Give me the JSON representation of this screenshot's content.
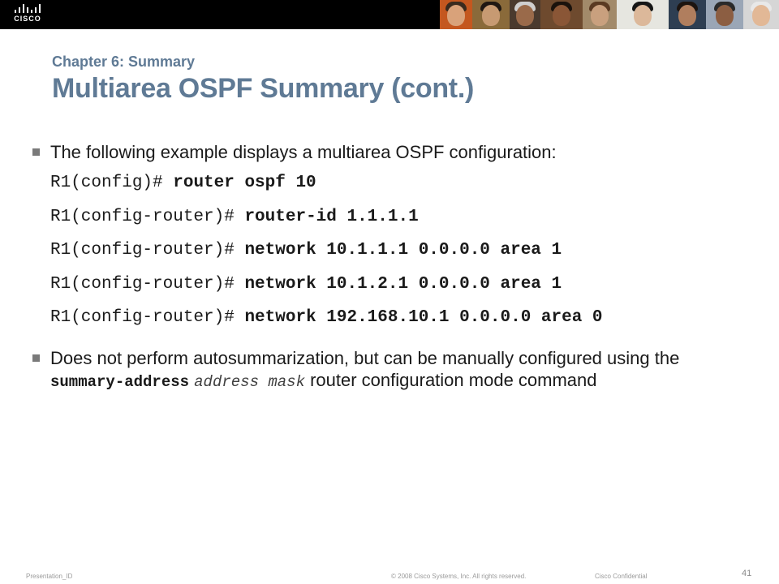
{
  "header": {
    "logo_text": "CISCO",
    "photos": [
      {
        "bg": "#c4571f",
        "skin": "#d9a27a",
        "hair": "#3a2a1e",
        "w": 40
      },
      {
        "bg": "#8a6a3a",
        "skin": "#c79a72",
        "hair": "#1f1712",
        "w": 46
      },
      {
        "bg": "#4a3a2e",
        "skin": "#9a6a4a",
        "hair": "#cfcfcf",
        "w": 38
      },
      {
        "bg": "#6e4a2e",
        "skin": "#8a5636",
        "hair": "#1a120c",
        "w": 52
      },
      {
        "bg": "#a28a6a",
        "skin": "#c9a07e",
        "hair": "#5a3a22",
        "w": 42
      },
      {
        "bg": "#e6e6e0",
        "skin": "#dcb89a",
        "hair": "#161616",
        "w": 64
      },
      {
        "bg": "#2e3e52",
        "skin": "#b07e5e",
        "hair": "#1c1410",
        "w": 46
      },
      {
        "bg": "#9aa6b6",
        "skin": "#8c5e42",
        "hair": "#2a2a2a",
        "w": 46
      },
      {
        "bg": "#d6d6d6",
        "skin": "#e2b896",
        "hair": "#e8e8e8",
        "w": 44
      }
    ]
  },
  "slide": {
    "chapter_title": "Chapter 6: Summary",
    "title": "Multiarea OSPF Summary (cont.)",
    "bullet_1": "The following example displays a multiarea OSPF configuration:",
    "code": [
      {
        "prompt": "R1(config)# ",
        "command": "router ospf 10"
      },
      {
        "prompt": "R1(config-router)# ",
        "command": "router-id 1.1.1.1"
      },
      {
        "prompt": "R1(config-router)# ",
        "command": "network 10.1.1.1 0.0.0.0 area 1"
      },
      {
        "prompt": "R1(config-router)# ",
        "command": "network 10.1.2.1 0.0.0.0 area 1"
      },
      {
        "prompt": "R1(config-router)# ",
        "command": "network 192.168.10.1 0.0.0.0 area 0"
      }
    ],
    "bullet_2": {
      "before": "Does not perform autosummarization, but can be manually configured using the ",
      "keyword": "summary-address",
      "space": " ",
      "args": "address mask",
      "after": " router configuration mode command"
    }
  },
  "footer": {
    "presentation_id": "Presentation_ID",
    "copyright": "© 2008 Cisco Systems, Inc. All rights reserved.",
    "confidential": "Cisco Confidential",
    "page": "41"
  }
}
